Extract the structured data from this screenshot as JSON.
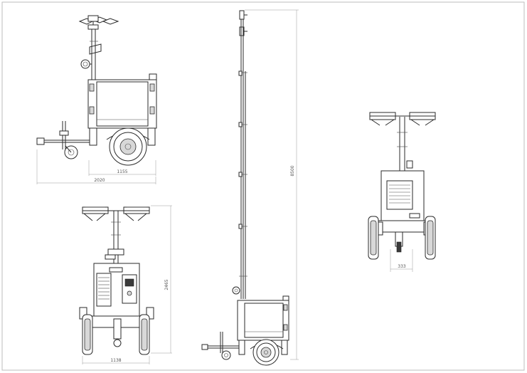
{
  "drawing": {
    "border_color": "#bdbdbd",
    "line_color": "#2a2a2a",
    "dimension_color": "#9a9a9a"
  },
  "dimensions": {
    "side_wheelbase": "1155",
    "side_overall_length": "2020",
    "front_track_width": "1138",
    "front_height": "2465",
    "mast_height": "8500",
    "rear_width": "333"
  }
}
